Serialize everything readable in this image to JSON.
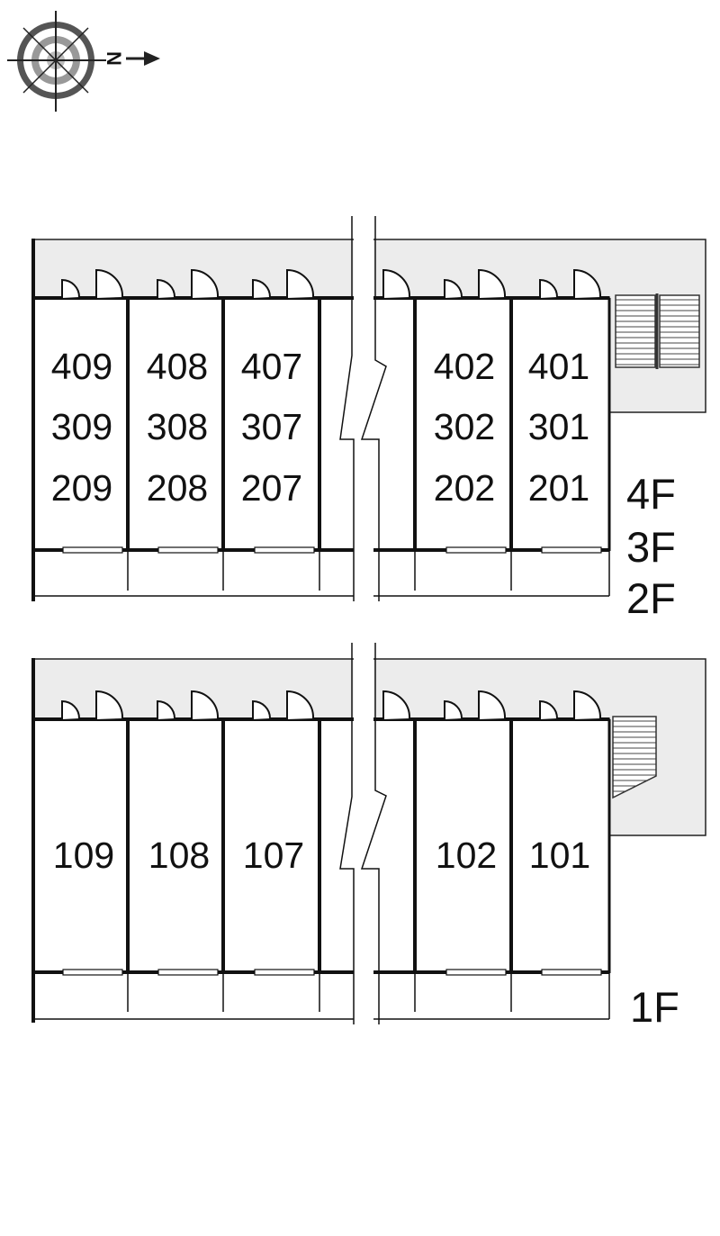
{
  "compass": {
    "label": "N",
    "icon": "compass-rose-icon",
    "arrow_icon": "north-arrow-icon"
  },
  "upper_block": {
    "floor_labels": [
      "4F",
      "3F",
      "2F"
    ],
    "columns": [
      {
        "rooms": [
          "409",
          "309",
          "209"
        ]
      },
      {
        "rooms": [
          "408",
          "308",
          "208"
        ]
      },
      {
        "rooms": [
          "407",
          "307",
          "207"
        ]
      },
      {
        "rooms": [
          "402",
          "302",
          "202"
        ]
      },
      {
        "rooms": [
          "401",
          "301",
          "201"
        ]
      }
    ]
  },
  "lower_block": {
    "floor_labels": [
      "1F"
    ],
    "columns": [
      {
        "rooms": [
          "109"
        ]
      },
      {
        "rooms": [
          "108"
        ]
      },
      {
        "rooms": [
          "107"
        ]
      },
      {
        "rooms": [
          "102"
        ]
      },
      {
        "rooms": [
          "101"
        ]
      }
    ]
  },
  "colors": {
    "line": "#111111",
    "corridor": "#ececec",
    "background": "#ffffff"
  }
}
